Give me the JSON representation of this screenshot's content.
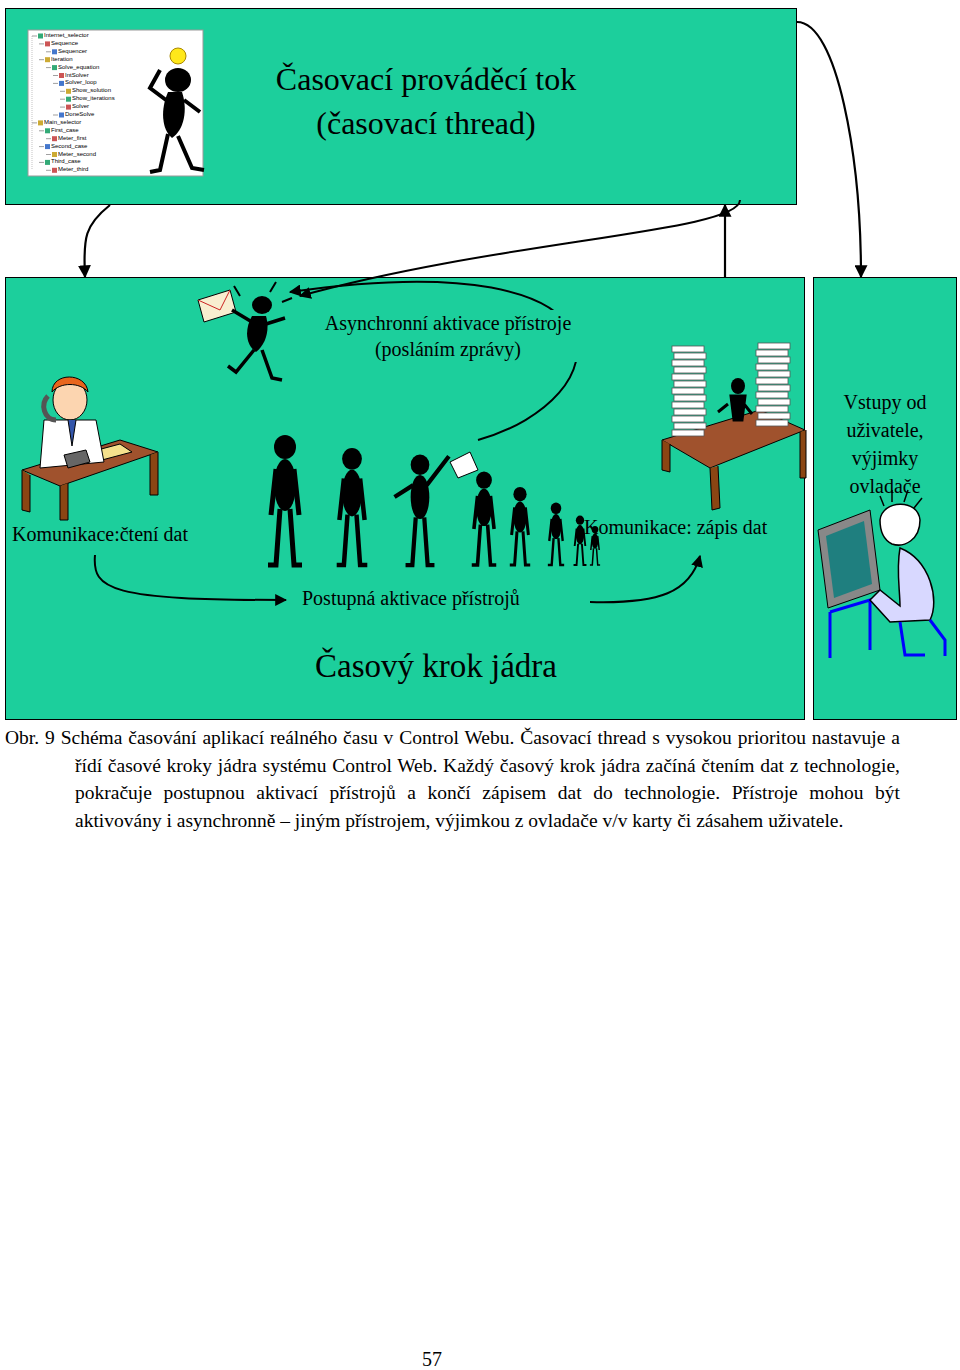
{
  "diagram": {
    "caption": "Obr. 9 Schéma časování aplikací reálného času v Control Webu. Časovací thread s vysokou prioritou nastavuje a řídí časové kroky jádra systému Control Web. Každý časový krok jádra začíná čtením dat z technologie, pokračuje postupnou aktivací přístrojů a končí zápisem dat do technologie. Přístroje mohou být aktivovány i asynchronně – jiným přístrojem, výjimkou z ovladače v/v karty či zásahem uživatele.",
    "nodes": [
      {
        "text": [
          "Časovací prováděcí tok (časovací thread)"
        ]
      },
      {
        "text": [
          "Časový krok jádra"
        ]
      },
      {
        "text": [
          "Vstupy od uživatele, výjimky ovladače"
        ]
      }
    ],
    "edges": [
      {
        "from": 0,
        "to": 1,
        "arrow": "to"
      },
      {
        "from": 1,
        "to": 0,
        "arrow": "to"
      },
      {
        "from": 0,
        "to": 2,
        "arrow": "to"
      }
    ],
    "labels": [
      "Internet_selector",
      "Sequence",
      "Sequencer",
      "Iteration",
      "Solve_equation",
      "IntSolver",
      "Solver_loop",
      "Show_solution",
      "Show_iterations",
      "Solver",
      "DoneSolve",
      "Main_selector",
      "First_case",
      "Meter_first",
      "Second_case",
      "Meter_second",
      "Third_case",
      "Meter_third",
      "Asynchronní aktivace přístroje (posláním zprávy)",
      "Komunikace:čtení dat",
      "Komunikace: zápis dat",
      "Postupná aktivace přístrojů",
      "57"
    ]
  }
}
